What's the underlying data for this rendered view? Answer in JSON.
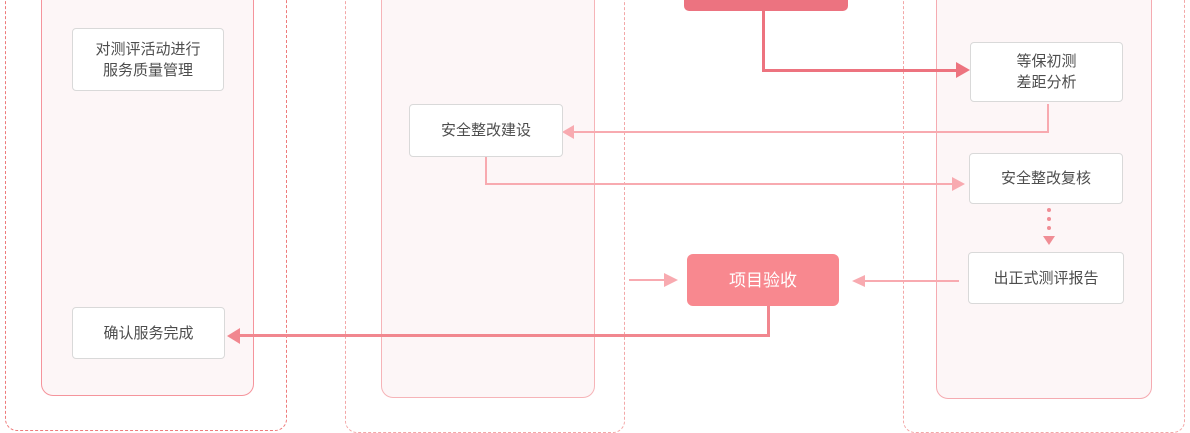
{
  "nodes": {
    "quality_mgmt": {
      "line1": "对测评活动进行",
      "line2": "服务质量管理"
    },
    "confirm_done": {
      "label": "确认服务完成"
    },
    "rectify_build": {
      "label": "安全整改建设"
    },
    "gap_analysis": {
      "line1": "等保初测",
      "line2": "差距分析"
    },
    "rectify_review": {
      "label": "安全整改复核"
    },
    "formal_report": {
      "label": "出正式测评报告"
    },
    "acceptance": {
      "label": "项目验收"
    },
    "top_process": {
      "label": ""
    }
  },
  "colors": {
    "strong": "#ed737f",
    "light": "#f8aab0",
    "medium": "#f1878f",
    "dotted": "#f08d95",
    "pink_fill": "#f8888f",
    "pink_dark": "#ec7380",
    "dash_strong": "#ee7b7b",
    "dash_soft": "#f3a8a8",
    "inner_left": "#f5949c",
    "inner_mid": "#f6b4b8",
    "inner_right": "#f5abb1",
    "inner_fill": "#fdf6f7",
    "box_border": "#d9d9d9",
    "box_text": "#4d4d4d"
  }
}
